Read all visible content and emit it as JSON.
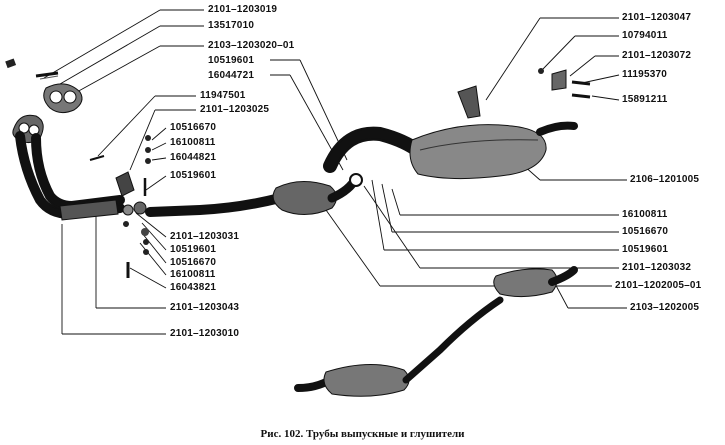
{
  "labels": {
    "l01": "2101–1203019",
    "l02": "13517010",
    "l03": "2103–1203020–01",
    "l04": "10519601",
    "l05": "16044721",
    "l06": "11947501",
    "l07": "2101–1203025",
    "l08": "10516670",
    "l09": "16100811",
    "l10": "16044821",
    "l11": "10519601",
    "l12": "2101–1203031",
    "l13": "10519601",
    "l14": "10516670",
    "l15": "16100811",
    "l16": "16043821",
    "l17": "2101–1203043",
    "l18": "2101–1203010",
    "r01": "2101–1203047",
    "r02": "10794011",
    "r03": "2101–1203072",
    "r04": "11195370",
    "r05": "15891211",
    "r06": "2106–1201005",
    "r07": "16100811",
    "r08": "10516670",
    "r09": "10519601",
    "r10": "2101–1203032",
    "r11": "2101–1202005–01",
    "r12": "2103–1202005"
  },
  "caption": "Рис. 102. Трубы выпускные и глушители"
}
